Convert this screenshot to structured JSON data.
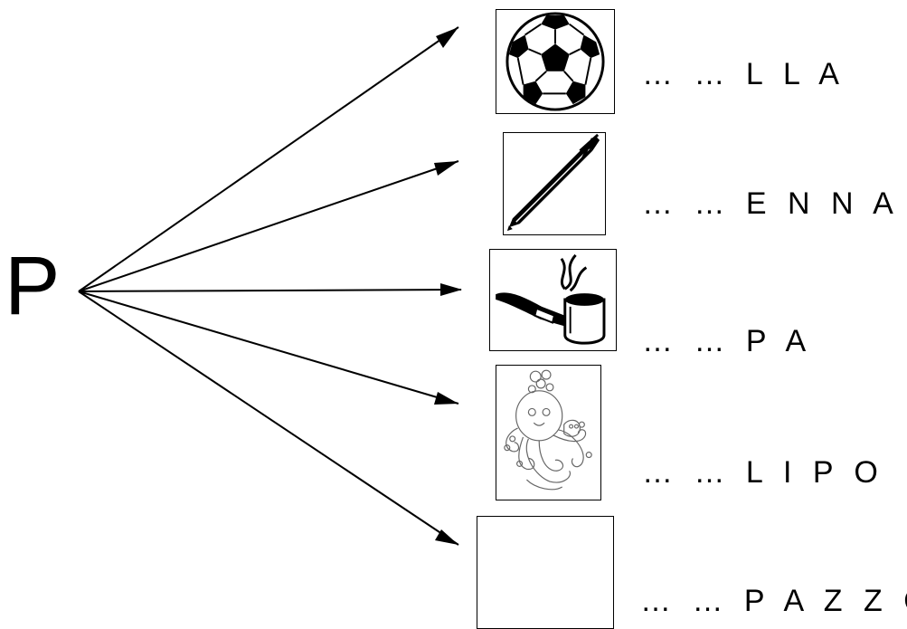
{
  "start_letter": "P",
  "items": [
    {
      "picture": "soccer-ball-icon",
      "fragment": "… … L L A"
    },
    {
      "picture": "pen-icon",
      "fragment": "… … E N N A"
    },
    {
      "picture": "pipe-icon",
      "fragment": "… … P A"
    },
    {
      "picture": "octopus-icon",
      "fragment": "… … L I P O"
    },
    {
      "picture": "blank-picture",
      "fragment": "… … P A Z Z O"
    }
  ]
}
